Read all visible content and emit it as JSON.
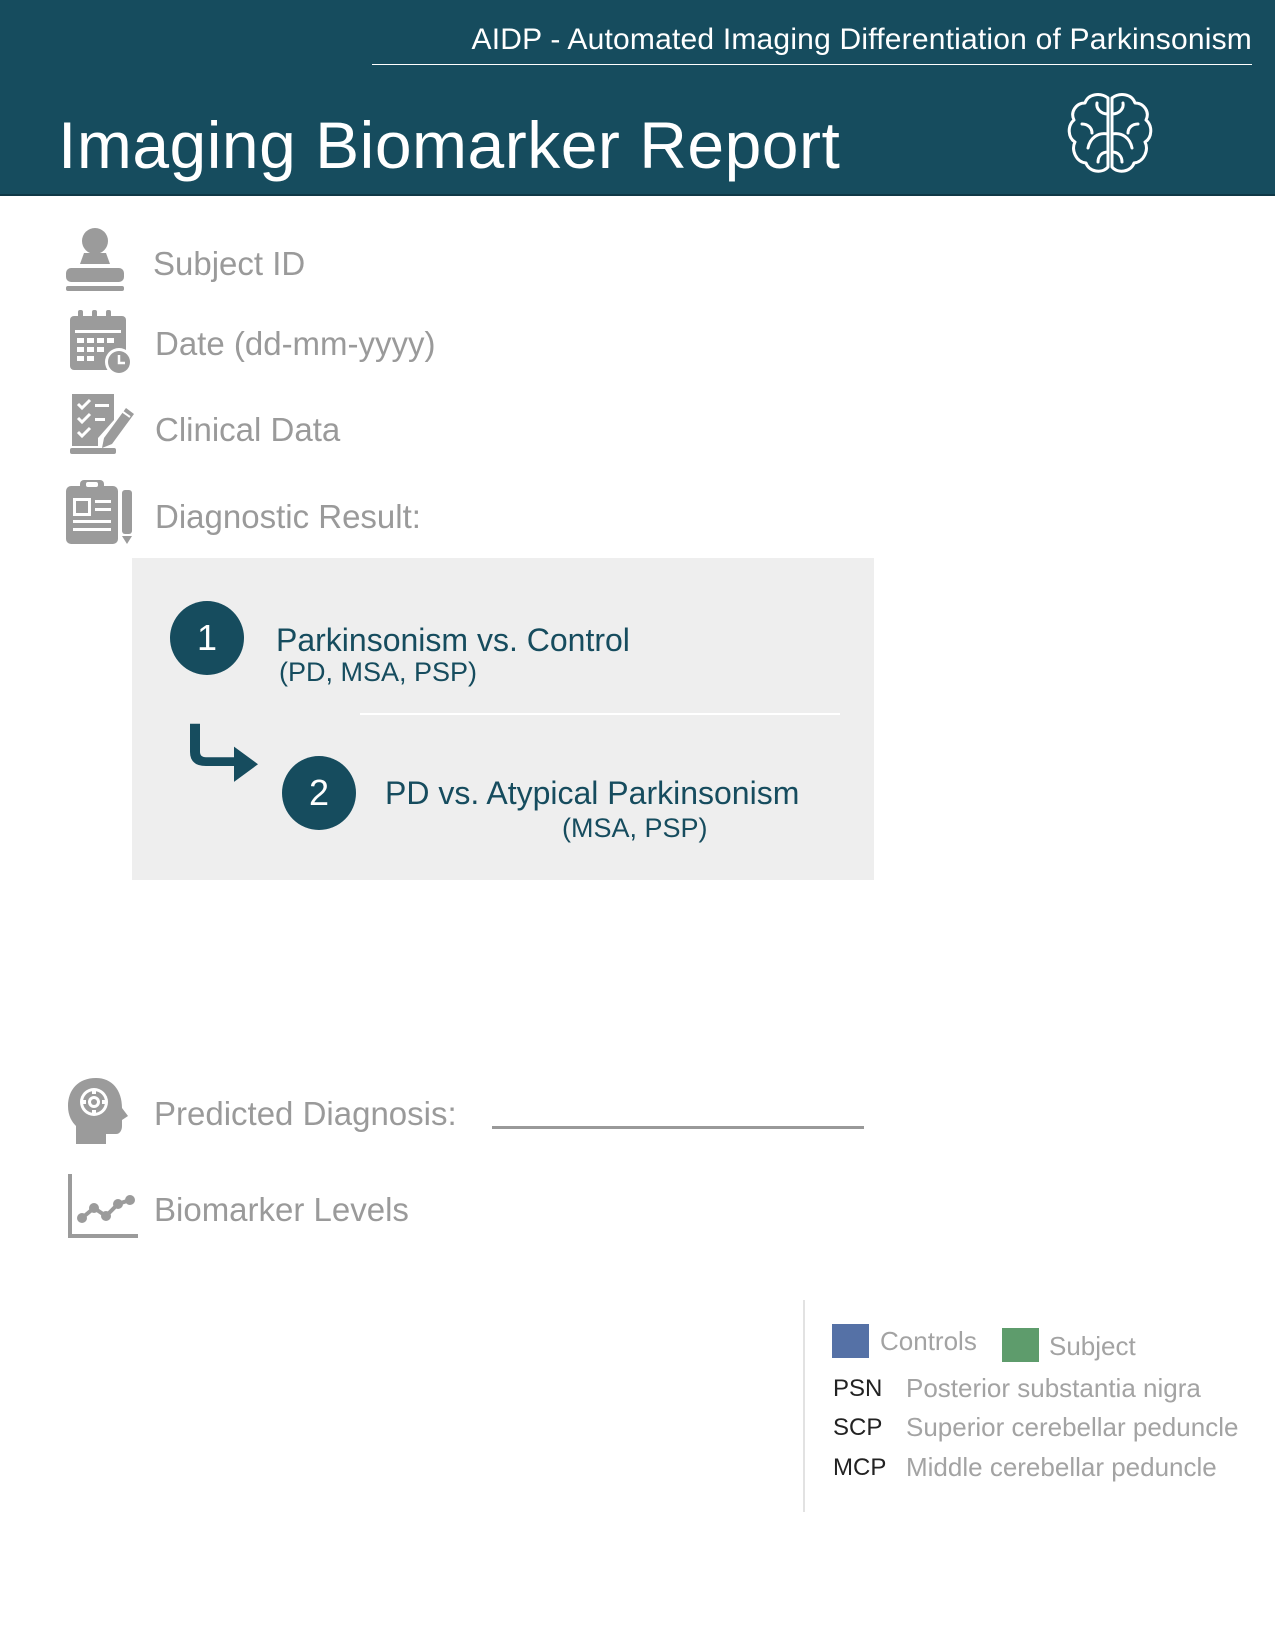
{
  "header": {
    "subtitle": "AIDP -  Automated Imaging Differentiation of Parkinsonism",
    "title": "Imaging Biomarker Report",
    "logo_icon": "brain-icon"
  },
  "fields": {
    "subject_id": "Subject ID",
    "date": "Date (dd-mm-yyyy)",
    "clinical_data": "Clinical Data",
    "diagnostic_result": "Diagnostic Result:",
    "predicted_diagnosis": "Predicted Diagnosis:",
    "biomarker_levels": "Biomarker Levels"
  },
  "steps": [
    {
      "number": "1",
      "title": "Parkinsonism vs. Control",
      "subtitle": "(PD, MSA, PSP)"
    },
    {
      "number": "2",
      "title": "PD vs. Atypical Parkinsonism",
      "subtitle": "(MSA, PSP)"
    }
  ],
  "legend": {
    "controls": {
      "label": "Controls",
      "color": "#5571a6"
    },
    "subject": {
      "label": "Subject",
      "color": "#5e9c6c"
    },
    "abbreviations": [
      {
        "abbr": "PSN",
        "meaning": "Posterior substantia nigra"
      },
      {
        "abbr": "SCP",
        "meaning": "Superior cerebellar peduncle"
      },
      {
        "abbr": "MCP",
        "meaning": "Middle cerebellar peduncle"
      }
    ]
  },
  "colors": {
    "header_bg": "#164c5e",
    "icon_gray": "#9b9b9b",
    "panel_bg": "#eeeeee"
  }
}
